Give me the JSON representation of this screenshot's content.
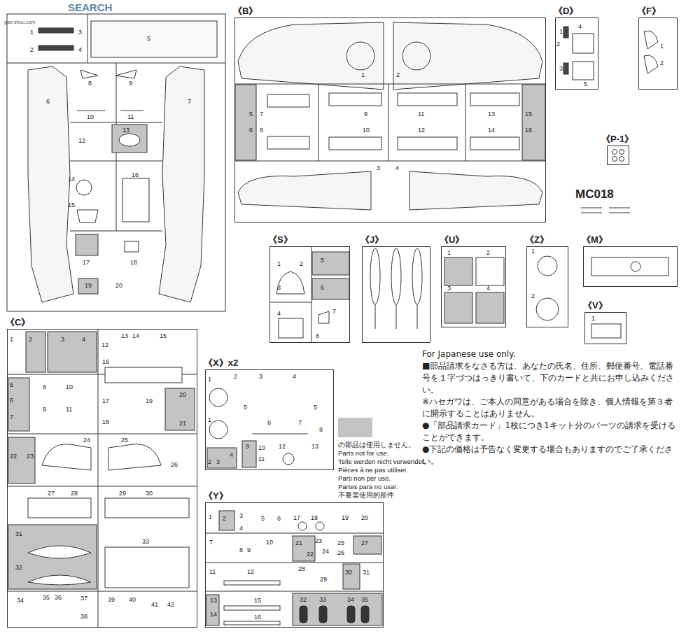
{
  "diagram": {
    "nodes": [
      {
        "text": [
          "《B》"
        ]
      },
      {
        "text": [
          "《D》"
        ]
      },
      {
        "text": [
          "《F》"
        ]
      },
      {
        "text": [
          "《P-1》"
        ]
      },
      {
        "text": [
          "《S》"
        ]
      },
      {
        "text": [
          "《J》"
        ]
      },
      {
        "text": [
          "《U》"
        ]
      },
      {
        "text": [
          "《Z》"
        ]
      },
      {
        "text": [
          "《M》"
        ]
      },
      {
        "text": [
          "《V》"
        ]
      },
      {
        "text": [
          "《C》"
        ]
      },
      {
        "text": [
          "《X》x2"
        ]
      },
      {
        "text": [
          "《Y》"
        ]
      }
    ],
    "labels": [
      "SEARCH",
      "gan-shou.com",
      "1",
      "2",
      "3",
      "4",
      "5",
      "6",
      "7",
      "8",
      "9",
      "10",
      "11",
      "12",
      "13",
      "14",
      "15",
      "16",
      "17",
      "18",
      "19",
      "20",
      "1",
      "2",
      "5",
      "7",
      "6",
      "8",
      "9",
      "10",
      "11",
      "12",
      "13",
      "14",
      "15",
      "16",
      "3",
      "4",
      "1",
      "2",
      "4",
      "3",
      "5",
      "1",
      "2",
      "MC018",
      "1",
      "2",
      "5",
      "6",
      "3",
      "4",
      "7",
      "8",
      "1",
      "2",
      "3",
      "4",
      "1",
      "2",
      "1",
      "1",
      "2",
      "3",
      "4",
      "12",
      "13",
      "14",
      "15",
      "16",
      "5",
      "8",
      "10",
      "6",
      "9",
      "11",
      "7",
      "17",
      "18",
      "19",
      "20",
      "21",
      "22",
      "23",
      "24",
      "25",
      "26",
      "27",
      "28",
      "29",
      "30",
      "31",
      "32",
      "33",
      "34",
      "35",
      "36",
      "37",
      "38",
      "39",
      "40",
      "41",
      "42",
      "1",
      "2",
      "3",
      "4",
      "5",
      "5",
      "1",
      "6",
      "7",
      "8",
      "2",
      "3",
      "4",
      "9",
      "10",
      "11",
      "12",
      "13",
      "1",
      "2",
      "3",
      "4",
      "5",
      "6",
      "17",
      "18",
      "19",
      "20",
      "7",
      "8",
      "9",
      "10",
      "21",
      "22",
      "23",
      "24",
      "25",
      "26",
      "27",
      "11",
      "12",
      "28",
      "29",
      "30",
      "31",
      "13",
      "14",
      "15",
      "16",
      "32",
      "33",
      "34",
      "35",
      "For Japanese use only.",
      "■部品請求をなさる方は、あなたの氏名、住所、郵便番号、電話番号を１字づつはっきり書いて、下のカードと共にお申し込みください。",
      "※ハセガワは、ご本人の同意がある場合を除き、個人情報を第３者に開示することはありません。",
      "●「部品請求カード」1枚につき1キット分のパーツの請求を受けることができます。",
      "●下記の価格は予告なく変更する場合もありますのでご了承ください。",
      "Parts not for use.",
      "Teile werden nicht verwendet.",
      "Pièces à ne pas utiliser.",
      "Parti non per uso.",
      "Partes para no usar.",
      "不要需使用的部件"
    ],
    "legend": [
      {
        "text": "の部品は使用しません。",
        "color": "#c4c4c4"
      }
    ]
  }
}
